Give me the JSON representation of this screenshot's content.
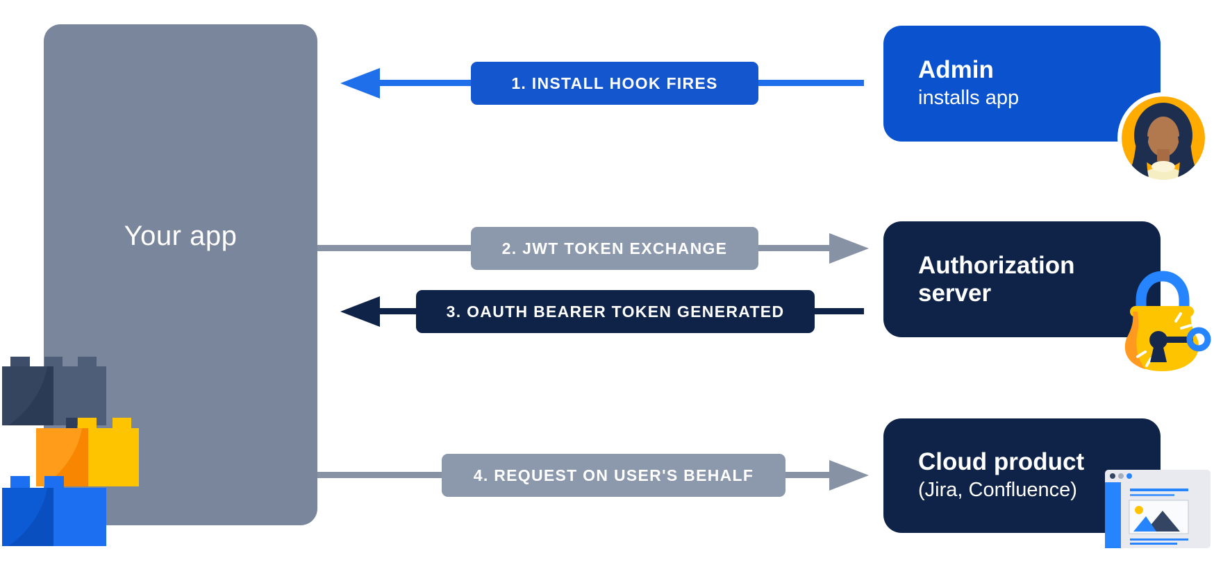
{
  "diagram": {
    "app": {
      "label": "Your app"
    },
    "flows": [
      {
        "step": "1",
        "label": "1. INSTALL HOOK FIRES",
        "direction": "left",
        "theme": "blue"
      },
      {
        "step": "2",
        "label": "2. JWT TOKEN EXCHANGE",
        "direction": "right",
        "theme": "gray"
      },
      {
        "step": "3",
        "label": "3. OAUTH BEARER TOKEN GENERATED",
        "direction": "left",
        "theme": "navy"
      },
      {
        "step": "4",
        "label": "4. REQUEST ON USER'S BEHALF",
        "direction": "right",
        "theme": "gray"
      }
    ],
    "actors": [
      {
        "title": "Admin",
        "subtitle": "installs app",
        "icon": "admin-avatar-icon",
        "theme": "blue"
      },
      {
        "title": "Authorization server",
        "icon": "padlock-key-icon",
        "theme": "navy"
      },
      {
        "title": "Cloud product",
        "subtitle": "(Jira, Confluence)",
        "icon": "browser-window-icon",
        "theme": "navy"
      }
    ],
    "decorations": [
      "lego-bricks-icon"
    ],
    "colors": {
      "bright_blue_line": "#1F6FEB",
      "badge_blue": "#1456CE",
      "admin_box_blue": "#0B53CE",
      "navy": "#0E2347",
      "gray_line": "#8793A5",
      "gray_badge": "#8C98AB",
      "app_box_gray": "#7A869B",
      "amber": "#FFAB00",
      "yellow": "#FFC400",
      "orange": "#FF991F",
      "white": "#FFFFFF"
    }
  }
}
